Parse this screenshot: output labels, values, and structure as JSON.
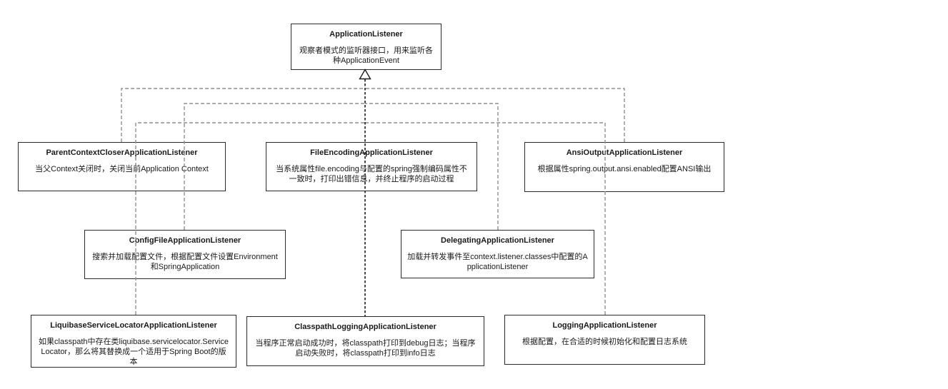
{
  "diagram": {
    "type": "uml-class-diagram",
    "relationship_type": "realization (dashed lines with hollow triangle pointing to interface)",
    "colors": {
      "background": "#ffffff",
      "box_border": "#2b2b2b",
      "text": "#1a1a1a",
      "edge_gray": "#8f8f8f",
      "edge_black": "#1a1a1a"
    },
    "nodes": {
      "app": {
        "title": "ApplicationListener",
        "desc": "观察者模式的监听器接口，用来监听各种ApplicationEvent"
      },
      "parent_closer": {
        "title": "ParentContextCloserApplicationListener",
        "desc": "当父Context关闭时，关闭当前Application Context"
      },
      "file_encoding": {
        "title": "FileEncodingApplicationListener",
        "desc": "当系统属性file.encoding与配置的spring强制编码属性不一致时，打印出错信息，并终止程序的启动过程"
      },
      "ansi_output": {
        "title": "AnsiOutputApplicationListener",
        "desc": "根据属性spring.output.ansi.enabled配置ANSI输出"
      },
      "config_file": {
        "title": "ConfigFileApplicationListener",
        "desc": "搜索并加载配置文件，根据配置文件设置Environment和SpringApplication"
      },
      "delegating": {
        "title": "DelegatingApplicationListener",
        "desc": "加载并转发事件至context.listener.classes中配置的ApplicationListener"
      },
      "liquibase": {
        "title": "LiquibaseServiceLocatorApplicationListener",
        "desc": "如果classpath中存在类liquibase.servicelocator.ServiceLocator，那么将其替换成一个适用于Spring Boot的版本"
      },
      "classpath_logging": {
        "title": "ClasspathLoggingApplicationListener",
        "desc": "当程序正常启动成功时，将classpath打印到debug日志；当程序启动失败时，将classpath打印到info日志"
      },
      "logging": {
        "title": "LoggingApplicationListener",
        "desc": "根据配置，在合适的时候初始化和配置日志系统"
      }
    },
    "edges": [
      {
        "from": "ParentContextCloserApplicationListener",
        "to": "ApplicationListener"
      },
      {
        "from": "FileEncodingApplicationListener",
        "to": "ApplicationListener"
      },
      {
        "from": "AnsiOutputApplicationListener",
        "to": "ApplicationListener"
      },
      {
        "from": "ConfigFileApplicationListener",
        "to": "ApplicationListener"
      },
      {
        "from": "DelegatingApplicationListener",
        "to": "ApplicationListener"
      },
      {
        "from": "LiquibaseServiceLocatorApplicationListener",
        "to": "ApplicationListener"
      },
      {
        "from": "ClasspathLoggingApplicationListener",
        "to": "ApplicationListener"
      },
      {
        "from": "LoggingApplicationListener",
        "to": "ApplicationListener"
      }
    ]
  }
}
